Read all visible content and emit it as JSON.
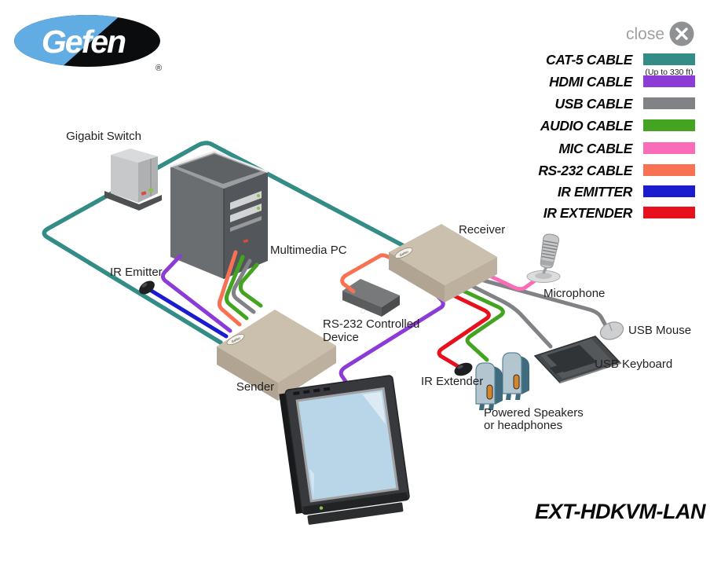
{
  "logo": {
    "brand": "Gefen",
    "registered": "®"
  },
  "close": {
    "label": "close",
    "icon": "x-circle"
  },
  "colors": {
    "cat5": "#338C86",
    "hdmi": "#8C3BD6",
    "usb": "#808285",
    "audio": "#44A321",
    "mic": "#FA6BB8",
    "rs232": "#F97153",
    "ir_emitter": "#1B1CCE",
    "ir_extender": "#E8101C"
  },
  "legend": {
    "items": [
      {
        "label": "CAT-5 CABLE",
        "color_key": "cat5",
        "note": "(Up to 330 ft)"
      },
      {
        "label": "HDMI CABLE",
        "color_key": "hdmi"
      },
      {
        "label": "USB CABLE",
        "color_key": "usb"
      },
      {
        "label": "AUDIO CABLE",
        "color_key": "audio"
      },
      {
        "label": "MIC CABLE",
        "color_key": "mic"
      },
      {
        "label": "RS-232 CABLE",
        "color_key": "rs232"
      },
      {
        "label": "IR EMITTER",
        "color_key": "ir_emitter"
      },
      {
        "label": "IR EXTENDER",
        "color_key": "ir_extender"
      }
    ]
  },
  "diagram": {
    "labels": {
      "gigabit_switch": "Gigabit Switch",
      "multimedia_pc": "Multimedia PC",
      "ir_emitter": "IR Emitter",
      "sender": "Sender",
      "receiver": "Receiver",
      "rs232_device_line1": "RS-232 Controlled",
      "rs232_device_line2": "Device",
      "microphone": "Microphone",
      "usb_mouse": "USB Mouse",
      "usb_keyboard": "USB Keyboard",
      "ir_extender": "IR Extender",
      "speakers_line1": "Powered Speakers",
      "speakers_line2": "or headphones"
    }
  },
  "product": {
    "model": "EXT-HDKVM-LAN"
  }
}
